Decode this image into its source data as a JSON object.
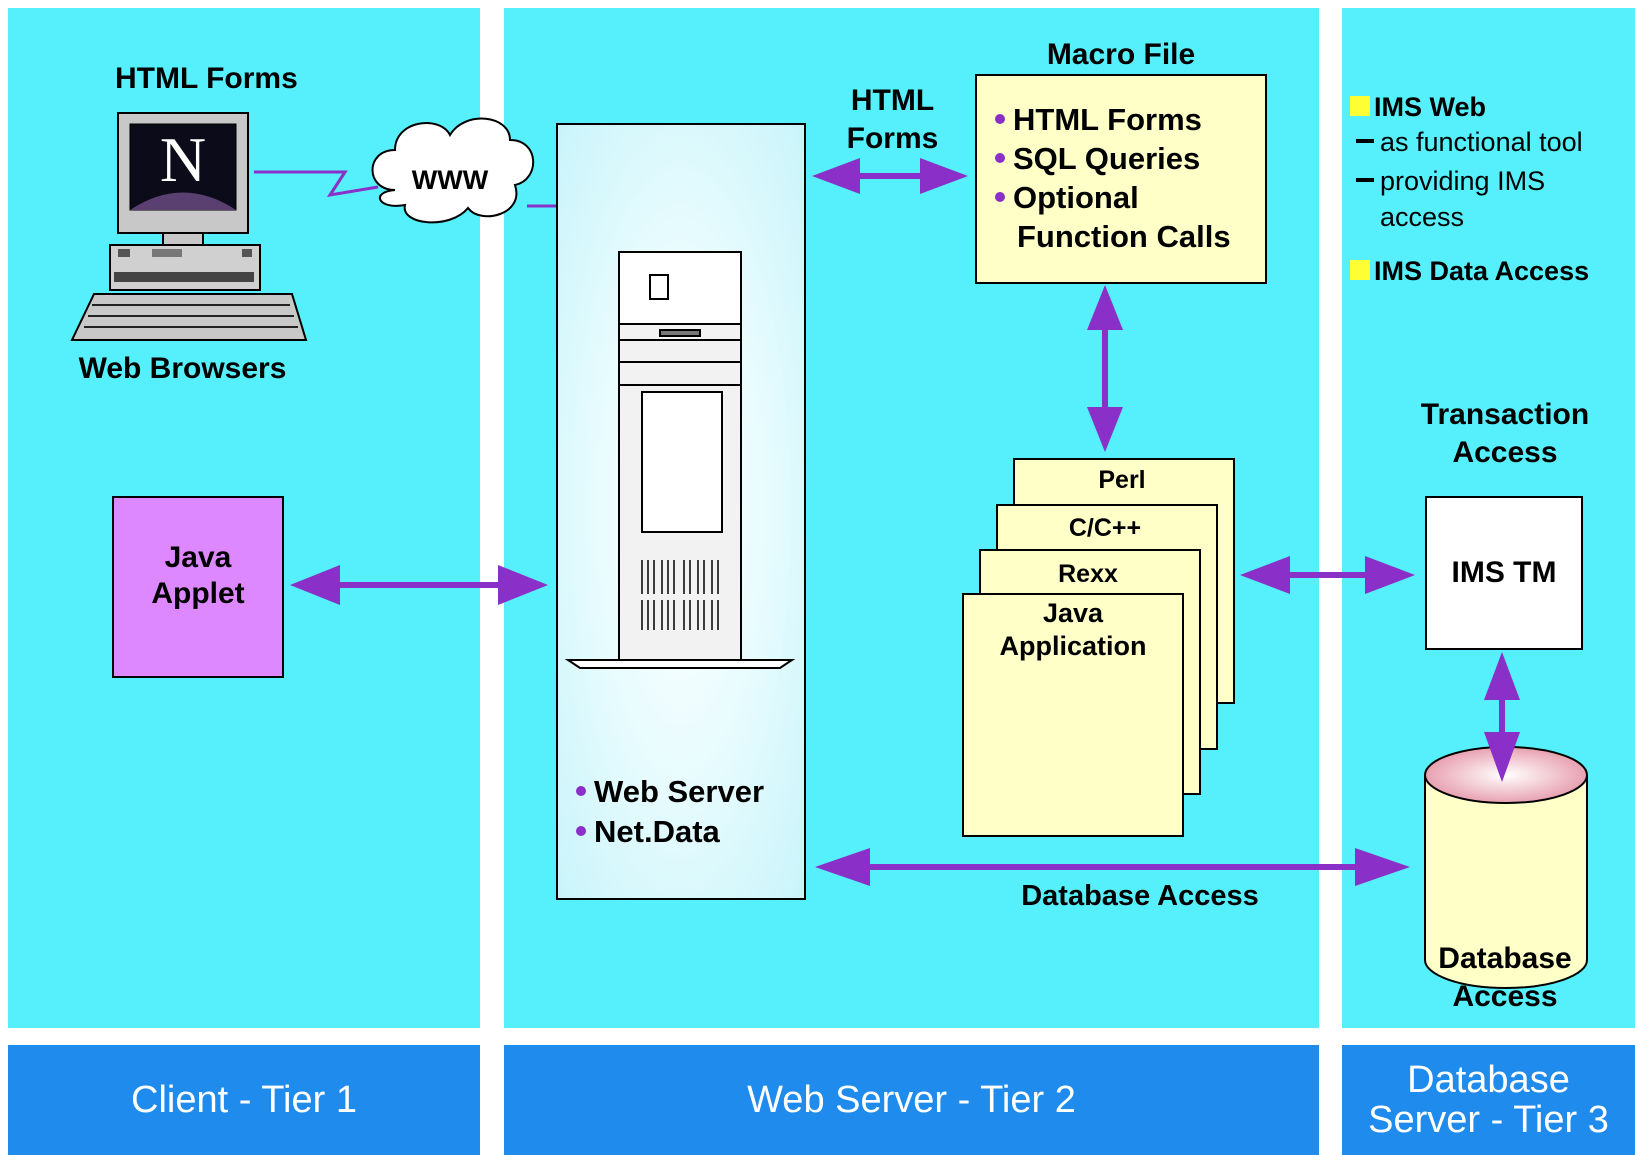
{
  "tiers": {
    "client": {
      "footer": "Client - Tier 1"
    },
    "web_server": {
      "footer": "Web Server - Tier 2"
    },
    "database_server": {
      "footer_line1": "Database",
      "footer_line2": "Server - Tier 3"
    }
  },
  "client": {
    "html_forms_title": "HTML Forms",
    "browser_logo": "N",
    "web_browsers_label": "Web Browsers",
    "www_label": "WWW",
    "java_applet_line1": "Java",
    "java_applet_line2": "Applet"
  },
  "web_server": {
    "html_forms_line1": "HTML",
    "html_forms_line2": "Forms",
    "server_bullets": [
      "Web Server",
      "Net.Data"
    ],
    "macro_file": {
      "title": "Macro File",
      "items": [
        "HTML Forms",
        "SQL Queries",
        "Optional",
        "Function Calls"
      ]
    },
    "languages": [
      "Perl",
      "C/C++",
      "Rexx"
    ],
    "java_application_line1": "Java",
    "java_application_line2": "Application",
    "database_access_label": "Database Access"
  },
  "database_server": {
    "ims_web": "IMS Web",
    "ims_web_points": [
      "as functional tool",
      "providing IMS",
      "access"
    ],
    "ims_data_access": "IMS Data Access",
    "transaction_access_line1": "Transaction",
    "transaction_access_line2": "Access",
    "ims_tm": "IMS TM",
    "database_access_line1": "Database",
    "database_access_line2": "Access"
  },
  "colors": {
    "panel": "#55f0fb",
    "footer": "#1f8bed",
    "arrow": "#8b2fc9",
    "note": "#ffffc8",
    "applet": "#dd88ff",
    "bullet_square": "#ffff33"
  }
}
